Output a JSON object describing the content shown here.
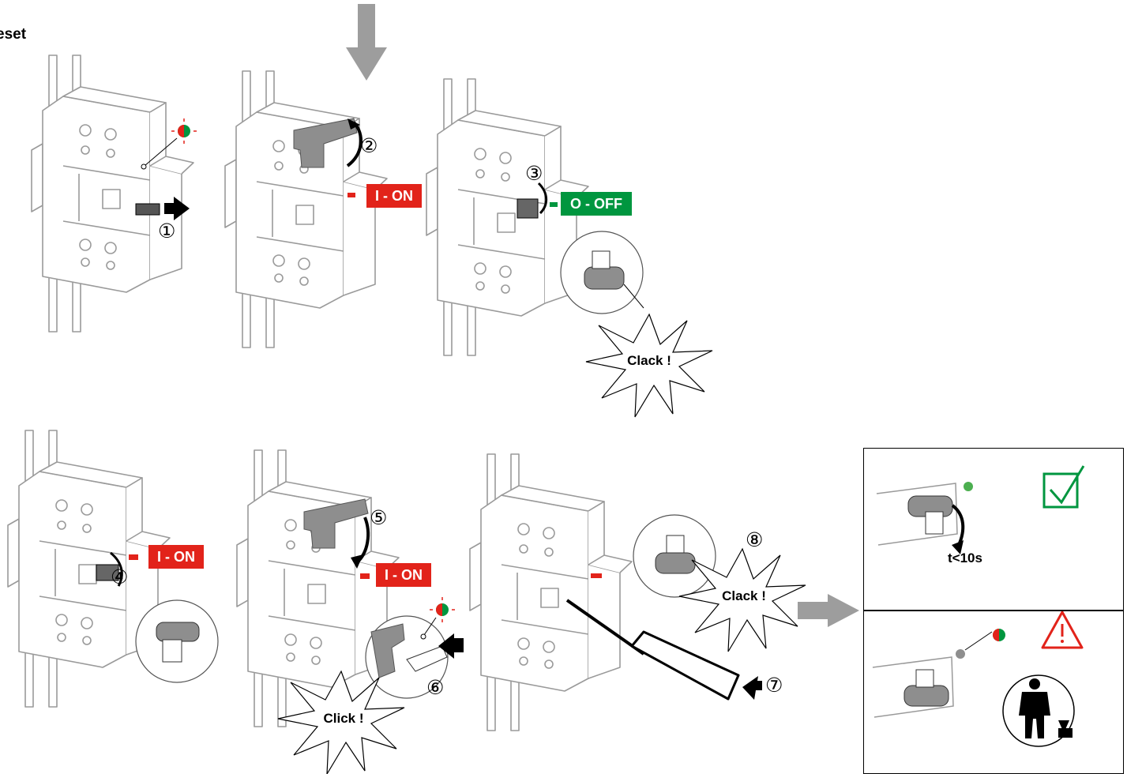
{
  "title": "eset",
  "badges": {
    "on_1": "I - ON",
    "off_1": "O - OFF",
    "on_2": "I - ON",
    "on_3": "I - ON"
  },
  "steps": [
    "①",
    "②",
    "③",
    "④",
    "⑤",
    "⑥",
    "⑦",
    "⑧"
  ],
  "sounds": {
    "clack_1": "Clack !",
    "click": "Click !",
    "clack_2": "Clack !"
  },
  "result": {
    "ok_time": "t<10s"
  },
  "colors": {
    "on_red": "#e2231a",
    "off_green": "#00963f",
    "arrow_gray": "#9d9d9d",
    "device_line": "#9a9a9a",
    "check_green": "#00963f",
    "warning_red": "#e2231a"
  },
  "icons": {
    "check": "checkbox-tick-icon",
    "warning": "warning-triangle-icon",
    "worker": "electrician-icon"
  }
}
